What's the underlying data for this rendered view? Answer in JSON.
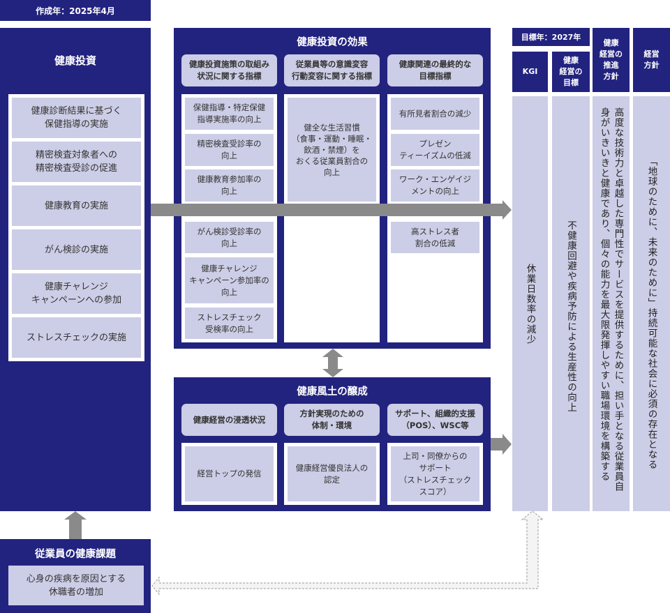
{
  "created": "作成年：2025年4月",
  "investment": {
    "title": "健康投資",
    "items": [
      "健康診断結果に基づく\n保健指導の実施",
      "精密検査対象者への\n精密検査受診の促進",
      "健康教育の実施",
      "がん検診の実施",
      "健康チャレンジ\nキャンペーンへの参加",
      "ストレスチェックの実施"
    ]
  },
  "effect": {
    "title": "健康投資の効果",
    "headers": [
      "健康投資施策の取組み\n状況に関する指標",
      "従業員等の意識変容\n行動変容に関する指標",
      "健康関連の最終的な\n目標指標"
    ],
    "col1": [
      "保健指導・特定保健\n指導実施率の向上",
      "精密検査受診率の\n向上",
      "健康教育参加率の\n向上",
      "がん検診受診率の\n向上",
      "健康チャレンジ\nキャンペーン参加率の\n向上",
      "ストレスチェック\n受検率の向上"
    ],
    "col2": "健全な生活習慣\n（食事・運動・睡眠・\n飲酒・禁煙）を\nおくる従業員割合の\n向上",
    "col3": [
      "有所見者割合の減少",
      "プレゼン\nティーイズムの低減",
      "ワーク・エンゲイジ\nメントの向上",
      "高ストレス者\n割合の低減"
    ]
  },
  "culture": {
    "title": "健康風土の醸成",
    "headers": [
      "健康経営の浸透状況",
      "方針実現のための\n体制・環境",
      "サポート、組織的支援\n（POS）、WSC等"
    ],
    "items": [
      "経営トップの発信",
      "健康経営優良法人の\n認定",
      "上司・同僚からの\nサポート\n（ストレスチェック\nスコア）"
    ]
  },
  "issue": {
    "title": "従業員の健康課題",
    "item": "心身の疾病を原因とする\n休職者の増加"
  },
  "right": {
    "target_year": "目標年：2027年",
    "kgi": "KGI",
    "goal_hd": "健康\n経営の\n目標",
    "policy_hd": "健康\n経営の\n推進\n方針",
    "mgmt_hd": "経営\n方針",
    "kgi_text": "休業日数率の減少",
    "goal_text": "不健康回避や疾病予防による生産性の向上",
    "policy_text": "高度な技術力と卓越した専門性でサービスを提供するために、担い手となる従業員自身がいきいきと健康であり、個々の能力を最大限発揮しやすい職場環境を構築する",
    "mgmt_text": "「地球のために、未来のために」持続可能な社会に必須の存在となる"
  }
}
